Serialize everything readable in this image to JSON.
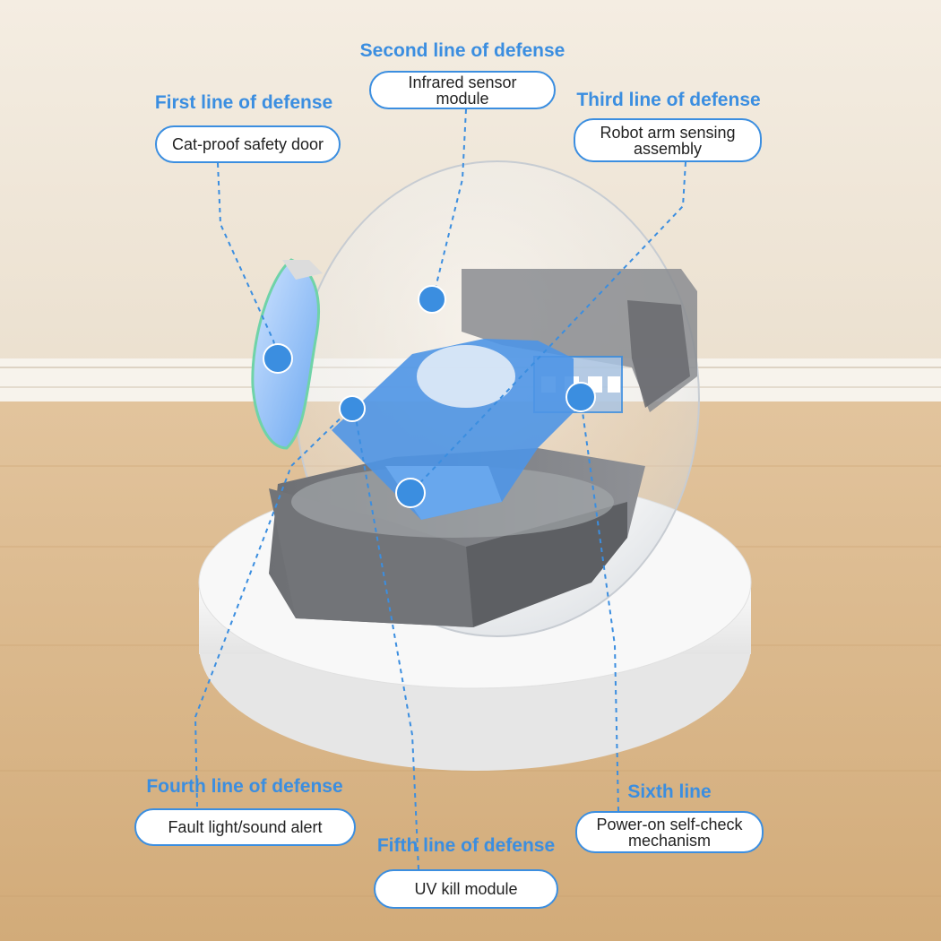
{
  "colors": {
    "accent": "#3b8ee0",
    "floor": "#d9b78a",
    "wall": "#efe6d8",
    "marker": "#3b8ee0"
  },
  "callouts": [
    {
      "heading": "First line of defense",
      "label": "Cat-proof safety door"
    },
    {
      "heading": "Second line of defense",
      "label": "Infrared sensor module"
    },
    {
      "heading": "Third line of defense",
      "label": "Robot arm sensing assembly"
    },
    {
      "heading": "Fourth line of defense",
      "label": "Fault light/sound alert"
    },
    {
      "heading": "Fifth line of defense",
      "label": "UV kill module"
    },
    {
      "heading": "Sixth line",
      "label": "Power-on self-check mechanism"
    }
  ]
}
